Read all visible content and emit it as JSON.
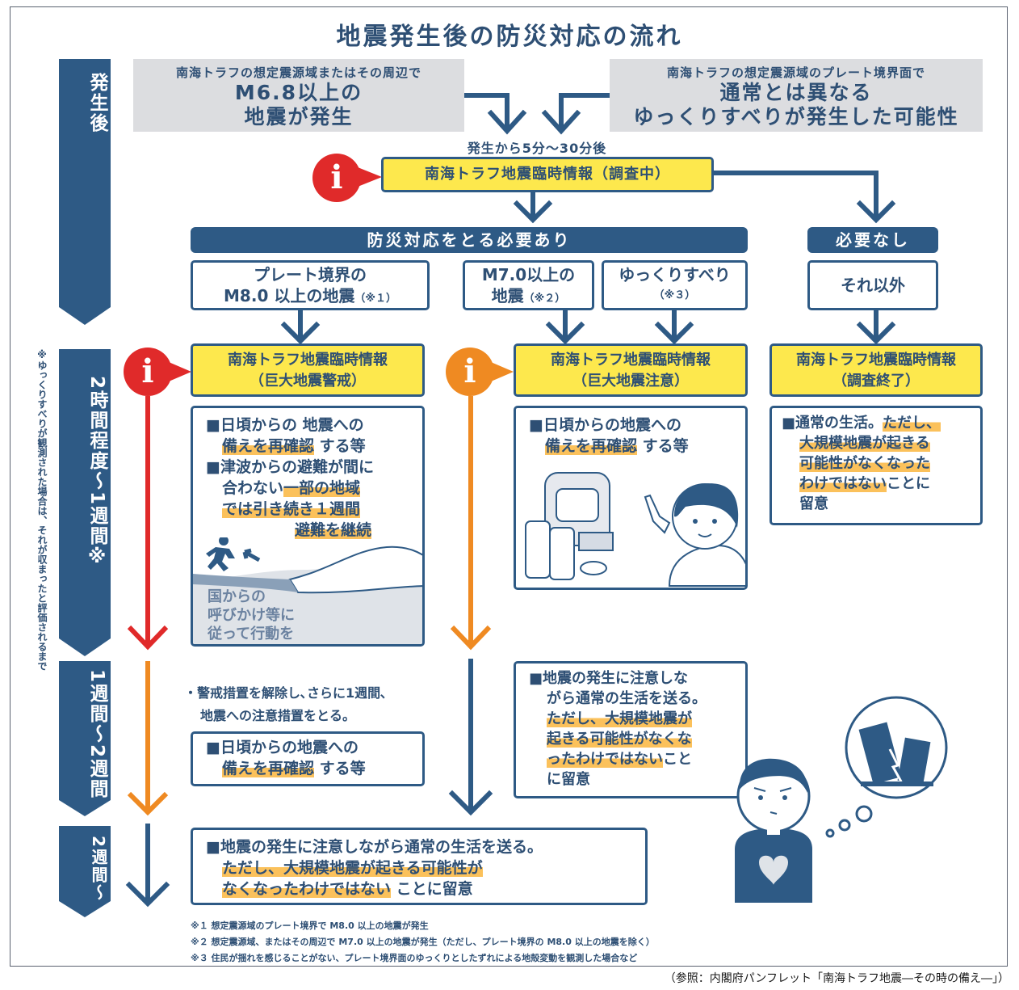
{
  "title": "地震発生後の防災対応の流れ",
  "phases": {
    "p0": "発生後",
    "p1": "2時間程度〜1週間※",
    "p2": "1週間〜2週間",
    "p3": "2週間〜"
  },
  "side_note": "※ゆっくりすべりが観測された場合は、それが収まったと評価されるまで",
  "triggers": {
    "left_small": "南海トラフの想定震源域またはその周辺で",
    "left_big1": "M6.8以上の",
    "left_big2": "地震が発生",
    "right_small": "南海トラフの想定震源域のプレート境界面で",
    "right_big1": "通常とは異なる",
    "right_big2": "ゆっくりすべりが発生した可能性"
  },
  "timing": "発生から5分〜30分後",
  "info_icon": "i",
  "investigating": "南海トラフ地震臨時情報（調査中）",
  "need_action": "防災対応をとる必要あり",
  "no_need": "必要なし",
  "conditions": {
    "c1a": "プレート境界の",
    "c1b": "M8.0 以上の地震",
    "c1n": "（※１）",
    "c2a": "M7.0以上の",
    "c2b": "地震",
    "c2n": "（※２）",
    "c3a": "ゆっくりすべり",
    "c3n": "（※３）",
    "c4": "それ以外"
  },
  "infos": {
    "warn1": "南海トラフ地震臨時情報",
    "warn2": "（巨大地震警戒）",
    "caution1": "南海トラフ地震臨時情報",
    "caution2": "（巨大地震注意）",
    "end1": "南海トラフ地震臨時情報",
    "end2": "（調査終了）"
  },
  "warn_box": {
    "a1": "■日頃からの 地震への",
    "a2h": "備えを再確認",
    "a2t": "する等",
    "b1": "■津波からの避難が間に",
    "b2t": "合わない",
    "b2h": "一部の地域",
    "b3h": "では引き続き１週間",
    "b4h": "避難を継続",
    "gov1": "国からの",
    "gov2": "呼びかけ等に",
    "gov3": "従って行動を"
  },
  "caution_box": {
    "a1": "■日頃からの地震への",
    "a2h": "備えを再確認",
    "a2t": "する等"
  },
  "end_box": {
    "l1t": "■通常の生活。",
    "l1h": "ただし、",
    "l2h": "大規模地震が起きる",
    "l3h": "可能性がなくなった",
    "l4h": "わけではない",
    "l4t": "ことに",
    "l5t": "留意"
  },
  "week2": {
    "bullet1": "・警戒措置を解除し､さらに1週間､",
    "bullet2": "地震への注意措置をとる。",
    "box_a1": "■日頃からの地震への",
    "box_a2h": "備えを再確認",
    "box_a2t": "する等",
    "right1": "■地震の発生に注意しな",
    "right2": "がら通常の生活を送る。",
    "right3h": "ただし、大規模地震が",
    "right4h": "起きる可能性がなくな",
    "right5h": "ったわけではない",
    "right5t": "こと",
    "right6t": "に留意"
  },
  "final": {
    "l1": "■地震の発生に注意しながら通常の生活を送る。",
    "l2h": "ただし、大規模地震が起きる可能性が",
    "l3h": "なくなったわけではない",
    "l3t": "ことに留意"
  },
  "footnotes": {
    "n1": "※１ 想定震源域のプレート境界で M8.0 以上の地震が発生",
    "n2": "※２ 想定震源域、またはその周辺で M7.0 以上の地震が発生（ただし、プレート境界の M8.0 以上の地震を除く）",
    "n3": "※３ 住民が揺れを感じることがない、プレート境界面のゆっくりとしたずれによる地殻変動を観測した場合など"
  },
  "reference": "（参照：内閣府パンフレット「南海トラフ地震―その時の備え―」）",
  "colors": {
    "navy": "#2e5a85",
    "red": "#e02a2a",
    "orange": "#ef8a22",
    "yellow": "#fde84d",
    "highlight": "#fbc15b",
    "gray": "#dcdde0"
  }
}
